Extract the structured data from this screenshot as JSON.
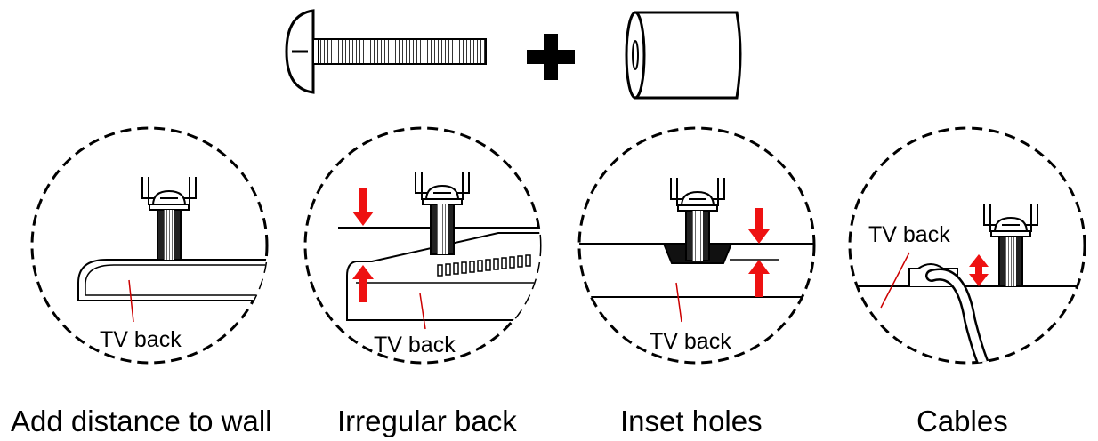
{
  "header": {
    "screw_icon": "screw-icon",
    "plus_icon": "plus-icon",
    "spacer_icon": "spacer-icon"
  },
  "panels": [
    {
      "tv_label": "TV back",
      "caption": "Add distance to wall"
    },
    {
      "tv_label": "TV back",
      "caption": "Irregular back"
    },
    {
      "tv_label": "TV back",
      "caption": "Inset holes"
    },
    {
      "tv_label": "TV back",
      "caption": "Cables"
    }
  ],
  "colors": {
    "line": "#000000",
    "arrow": "#ee1111",
    "background": "#ffffff"
  }
}
